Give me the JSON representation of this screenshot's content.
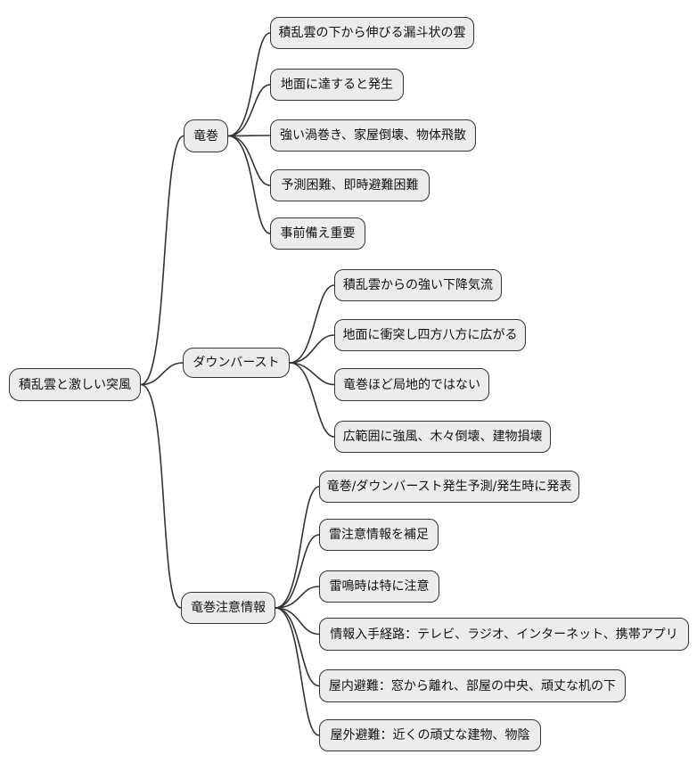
{
  "mindmap": {
    "type": "mindmap",
    "root": {
      "label": "積乱雲と激しい突風"
    },
    "branches": [
      {
        "label": "竜巻",
        "children": [
          {
            "label": "積乱雲の下から伸びる漏斗状の雲"
          },
          {
            "label": "地面に達すると発生"
          },
          {
            "label": "強い渦巻き、家屋倒壊、物体飛散"
          },
          {
            "label": "予測困難、即時避難困難"
          },
          {
            "label": "事前備え重要"
          }
        ]
      },
      {
        "label": "ダウンバースト",
        "children": [
          {
            "label": "積乱雲からの強い下降気流"
          },
          {
            "label": "地面に衝突し四方八方に広がる"
          },
          {
            "label": "竜巻ほど局地的ではない"
          },
          {
            "label": "広範囲に強風、木々倒壊、建物損壊"
          }
        ]
      },
      {
        "label": "竜巻注意情報",
        "children": [
          {
            "label": "竜巻/ダウンバースト発生予測/発生時に発表"
          },
          {
            "label": "雷注意情報を補足"
          },
          {
            "label": "雷鳴時は特に注意"
          },
          {
            "label": "情報入手経路：テレビ、ラジオ、インターネット、携帯アプリ"
          },
          {
            "label": "屋内避難：窓から離れ、部屋の中央、頑丈な机の下"
          },
          {
            "label": "屋外避難：近くの頑丈な建物、物陰"
          }
        ]
      }
    ],
    "colors": {
      "background": "#ffffff",
      "node_fill": "#ececec",
      "node_border": "#333333",
      "edge": "#333333",
      "text": "#111111"
    }
  }
}
